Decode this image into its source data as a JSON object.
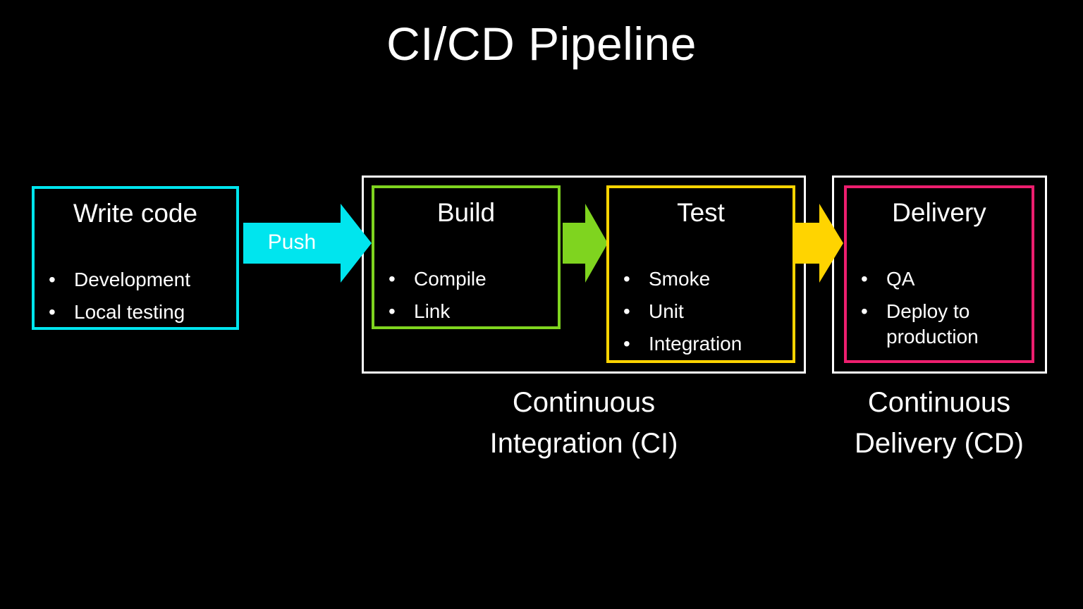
{
  "title": "CI/CD Pipeline",
  "colors": {
    "background": "#000000",
    "text": "#ffffff",
    "cyan": "#00e5ee",
    "green": "#7fd41f",
    "yellow": "#ffd400",
    "pink": "#ed1e6e",
    "group_border": "#ffffff"
  },
  "boxes": {
    "write_code": {
      "title": "Write code",
      "bullets": [
        "Development",
        "Local testing"
      ]
    },
    "build": {
      "title": "Build",
      "bullets": [
        "Compile",
        "Link"
      ]
    },
    "test": {
      "title": "Test",
      "bullets": [
        "Smoke",
        "Unit",
        "Integration"
      ]
    },
    "delivery": {
      "title": "Delivery",
      "bullets": [
        "QA",
        "Deploy to production"
      ]
    }
  },
  "arrows": {
    "push_label": "Push"
  },
  "groups": {
    "ci": {
      "label": "Continuous Integration (CI)"
    },
    "cd": {
      "label": "Continuous Delivery (CD)"
    }
  }
}
